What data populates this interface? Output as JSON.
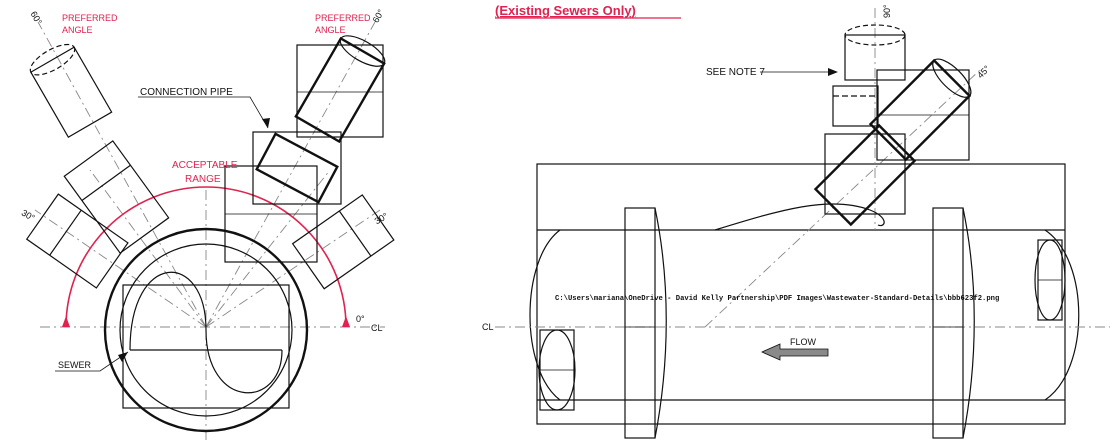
{
  "header": {
    "subtitle": "(Existing Sewers Only)"
  },
  "colors": {
    "accent": "#e0224f",
    "ink": "#111111",
    "centerline": "#888888",
    "flow_arrow": "#8a8a8a"
  },
  "left_view": {
    "preferred_angle_left": [
      "PREFERRED",
      "ANGLE"
    ],
    "preferred_angle_right": [
      "PREFERRED",
      "ANGLE"
    ],
    "angle_60_left": "60°",
    "angle_60_right": "60°",
    "angle_30_left": "30°",
    "angle_30_right": "30°",
    "connection_pipe": "CONNECTION PIPE",
    "acceptable_range": [
      "ACCEPTABLE",
      "RANGE"
    ],
    "zero_deg": "0°",
    "cl": "CL",
    "sewer": "SEWER"
  },
  "right_view": {
    "angle_90": "90°",
    "angle_45": "45°",
    "see_note": "SEE NOTE 7",
    "cl": "CL",
    "flow": "FLOW",
    "file_path": "C:\\Users\\mariana\\OneDrive - David Kelly Partnership\\PDF Images\\Wastewater-Standard-Details\\bbb623f2.png"
  }
}
